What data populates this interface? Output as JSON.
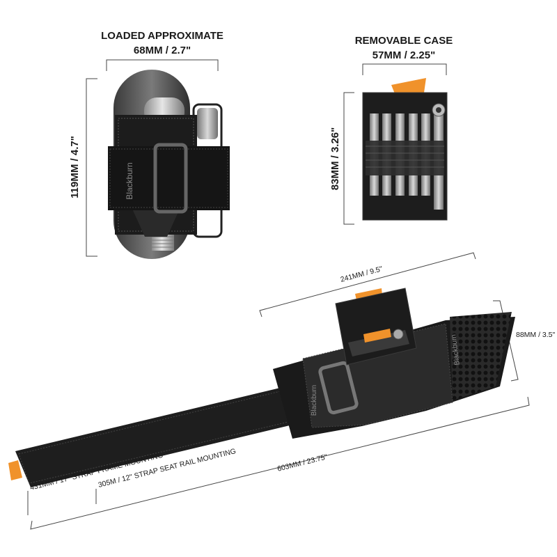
{
  "top_left": {
    "title": "LOADED APPROXIMATE",
    "width_label": "68MM / 2.7\"",
    "height_label": "119MM / 4.7\"",
    "brand_text": "Blackburn"
  },
  "top_right": {
    "title": "REMOVABLE CASE",
    "width_label": "57MM / 2.25\"",
    "height_label": "83MM / 3.26\""
  },
  "bottom": {
    "case_width_label": "241MM / 9.5\"",
    "case_height_label": "88MM / 3.5\"",
    "total_length_label": "603MM / 23.75\"",
    "frame_mount_label": "431MM / 17\" STRAP FRAME MOUNTING",
    "seat_mount_label": "305M / 12\" STRAP SEAT RAIL MOUNTING",
    "brand_text": "Blackburn"
  },
  "colors": {
    "accent_orange": "#f0922b",
    "strap_black": "#1e1e1e",
    "dim_line": "#444444"
  }
}
